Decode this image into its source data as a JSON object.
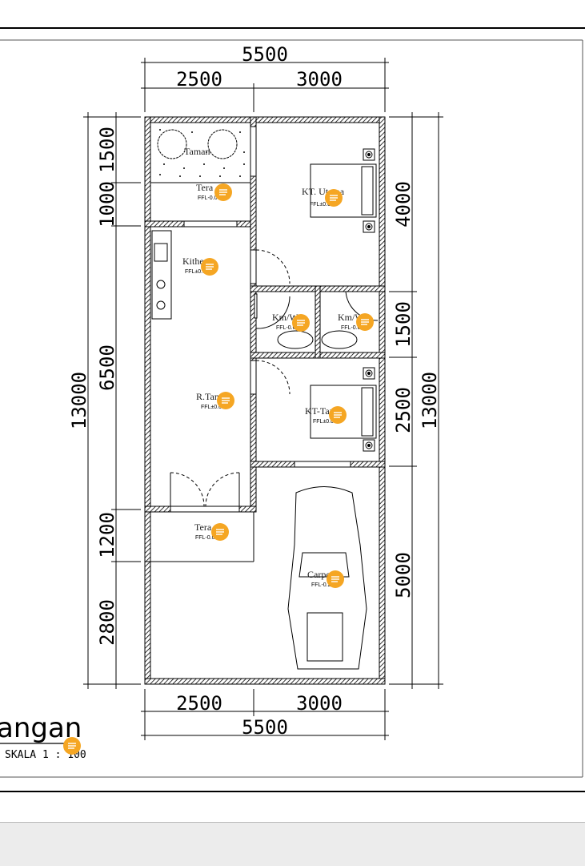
{
  "drawing": {
    "title": "angan",
    "scale": "SKALA 1 : 100",
    "dimensions": {
      "top_total": "5500",
      "top_left": "2500",
      "top_right": "3000",
      "bottom_total": "5500",
      "bottom_left": "2500",
      "bottom_right": "3000",
      "left_total": "13000",
      "left_1": "1500",
      "left_2": "1000",
      "left_3": "6500",
      "left_4": "1200",
      "left_5": "2800",
      "right_total": "13000",
      "right_1": "4000",
      "right_2": "1500",
      "right_3": "2500",
      "right_4": "5000"
    },
    "rooms": [
      {
        "name": "Taman",
        "ffl": ""
      },
      {
        "name": "Tera",
        "ffl": "FFL-0.0"
      },
      {
        "name": "KT. Utama",
        "ffl": "FFL±0.0"
      },
      {
        "name": "Kithen",
        "ffl": "FFL±0.0"
      },
      {
        "name": "Km/Wc",
        "ffl": "FFL-0.0"
      },
      {
        "name": "Km/Wc",
        "ffl": "FFL-0.0"
      },
      {
        "name": "R.Tamu",
        "ffl": "FFL±0.0"
      },
      {
        "name": "KT-Tamu",
        "ffl": "FFL±0.0"
      },
      {
        "name": "Tera",
        "ffl": "FFL-0.0"
      },
      {
        "name": "Carport",
        "ffl": "FFL-0.2"
      }
    ]
  },
  "colors": {
    "marker": "#f5a623",
    "wall": "#000000",
    "footer": "#ececec"
  }
}
